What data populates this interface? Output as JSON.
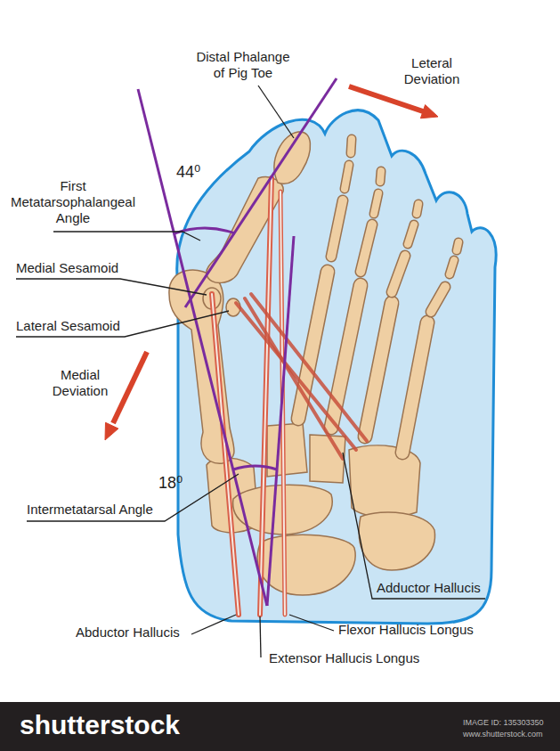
{
  "diagram": {
    "labels": [
      "Distal Phalange of Pig Toe",
      "Leteral Deviation",
      "44⁰",
      "First Metatarsophalangeal Angle",
      "Medial Sesamoid",
      "Lateral Sesamoid",
      "Medial Deviation",
      "18⁰",
      "Intermetatarsal Angle",
      "Adductor Hallucis",
      "Abductor Hallucis",
      "Flexor Hallucis Longus",
      "Extensor Hallucis Longus",
      "shutterstock",
      "IMAGE ID: 135303350",
      "www.shutterstock.com"
    ]
  }
}
